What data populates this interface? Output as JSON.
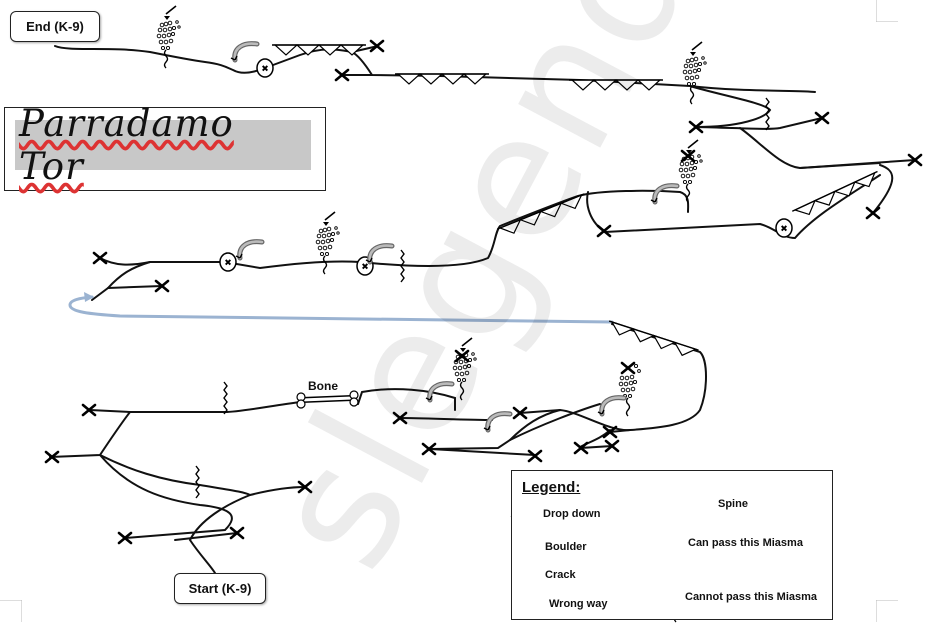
{
  "labels": {
    "end": "End (K-9)",
    "start": "Start (K-9)",
    "title": "Parradamo Tor",
    "bone": "Bone",
    "watermark": "slegend"
  },
  "legend": {
    "title": "Legend:",
    "items": [
      {
        "key": "drop-down",
        "label": "Drop down",
        "icon": "drop-down-icon"
      },
      {
        "key": "boulder",
        "label": "Boulder",
        "icon": "boulder-icon"
      },
      {
        "key": "crack",
        "label": "Crack",
        "icon": "crack-icon"
      },
      {
        "key": "wrong-way",
        "label": "Wrong way",
        "icon": "wrong-way-icon"
      },
      {
        "key": "spine",
        "label": "Spine",
        "icon": "spine-icon"
      },
      {
        "key": "can-pass",
        "label": "Can pass this Miasma",
        "icon": "miasma-pass-icon"
      },
      {
        "key": "cannot-pass",
        "label": "Cannot pass this Miasma",
        "icon": "miasma-block-icon"
      }
    ]
  },
  "colors": {
    "path": "#111111",
    "connector": "#9bb3d1",
    "title_background": "#c8c8c8",
    "title_underline": "#dd3333"
  }
}
